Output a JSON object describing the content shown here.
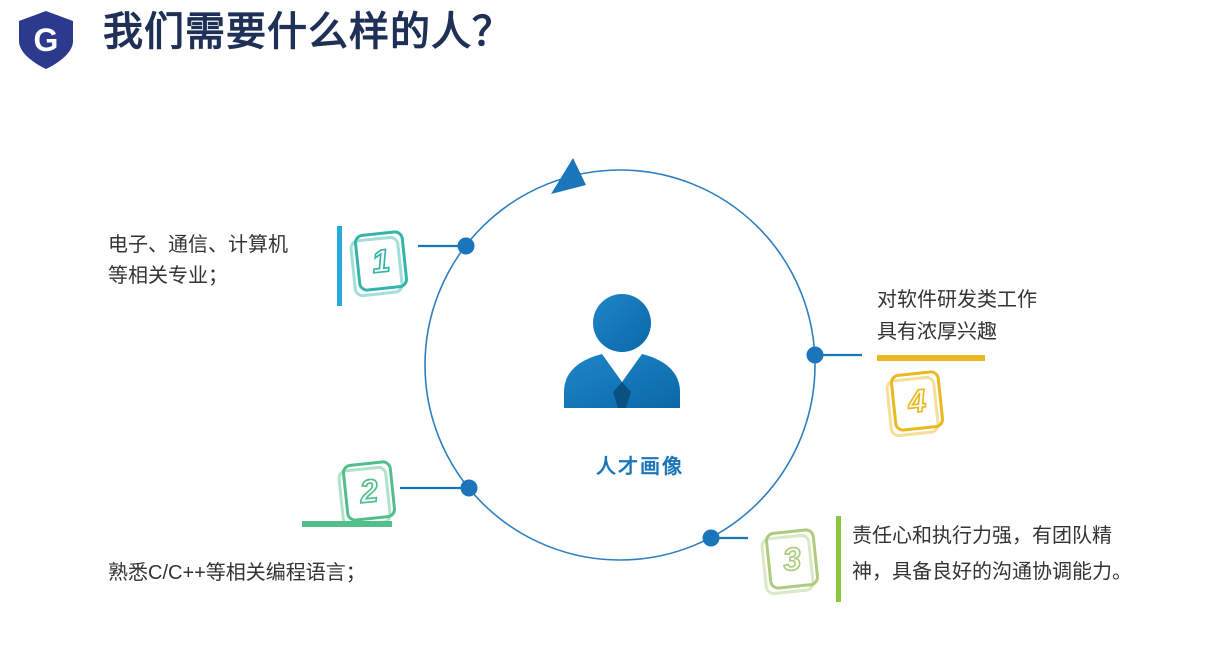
{
  "page": {
    "logo_letter": "G",
    "title": "我们需要什么样的人？"
  },
  "center": {
    "label": "人才画像",
    "icon": "person-icon"
  },
  "items": [
    {
      "number": "1",
      "line1": "电子、通信、计算机",
      "line2": "等相关专业；",
      "box_color": "#35B5A9",
      "bar_color": "#29ABE2"
    },
    {
      "number": "2",
      "line1": "熟悉C/C++等相关编程语言；",
      "box_color": "#52BE8C",
      "bar_color": "#52BE8C"
    },
    {
      "number": "3",
      "line1": "责任心和执行力强，有团队精",
      "line2": "神，具备良好的沟通协调能力。",
      "box_color": "#AECB7E",
      "bar_color": "#8CC63F"
    },
    {
      "number": "4",
      "line1": "对软件研发类工作",
      "line2": "具有浓厚兴趣",
      "box_color": "#E9B91F",
      "bar_color": "#E9B91F"
    }
  ],
  "colors": {
    "title": "#1F3056",
    "accent_blue": "#1B75BB",
    "circle_stroke": "#2E7FC1",
    "person_top": "#1E86C8",
    "person_bottom": "#0B68A8",
    "tie_navy": "#0A5080",
    "logo_navy": "#2B3A8C",
    "body_text": "#333333"
  }
}
